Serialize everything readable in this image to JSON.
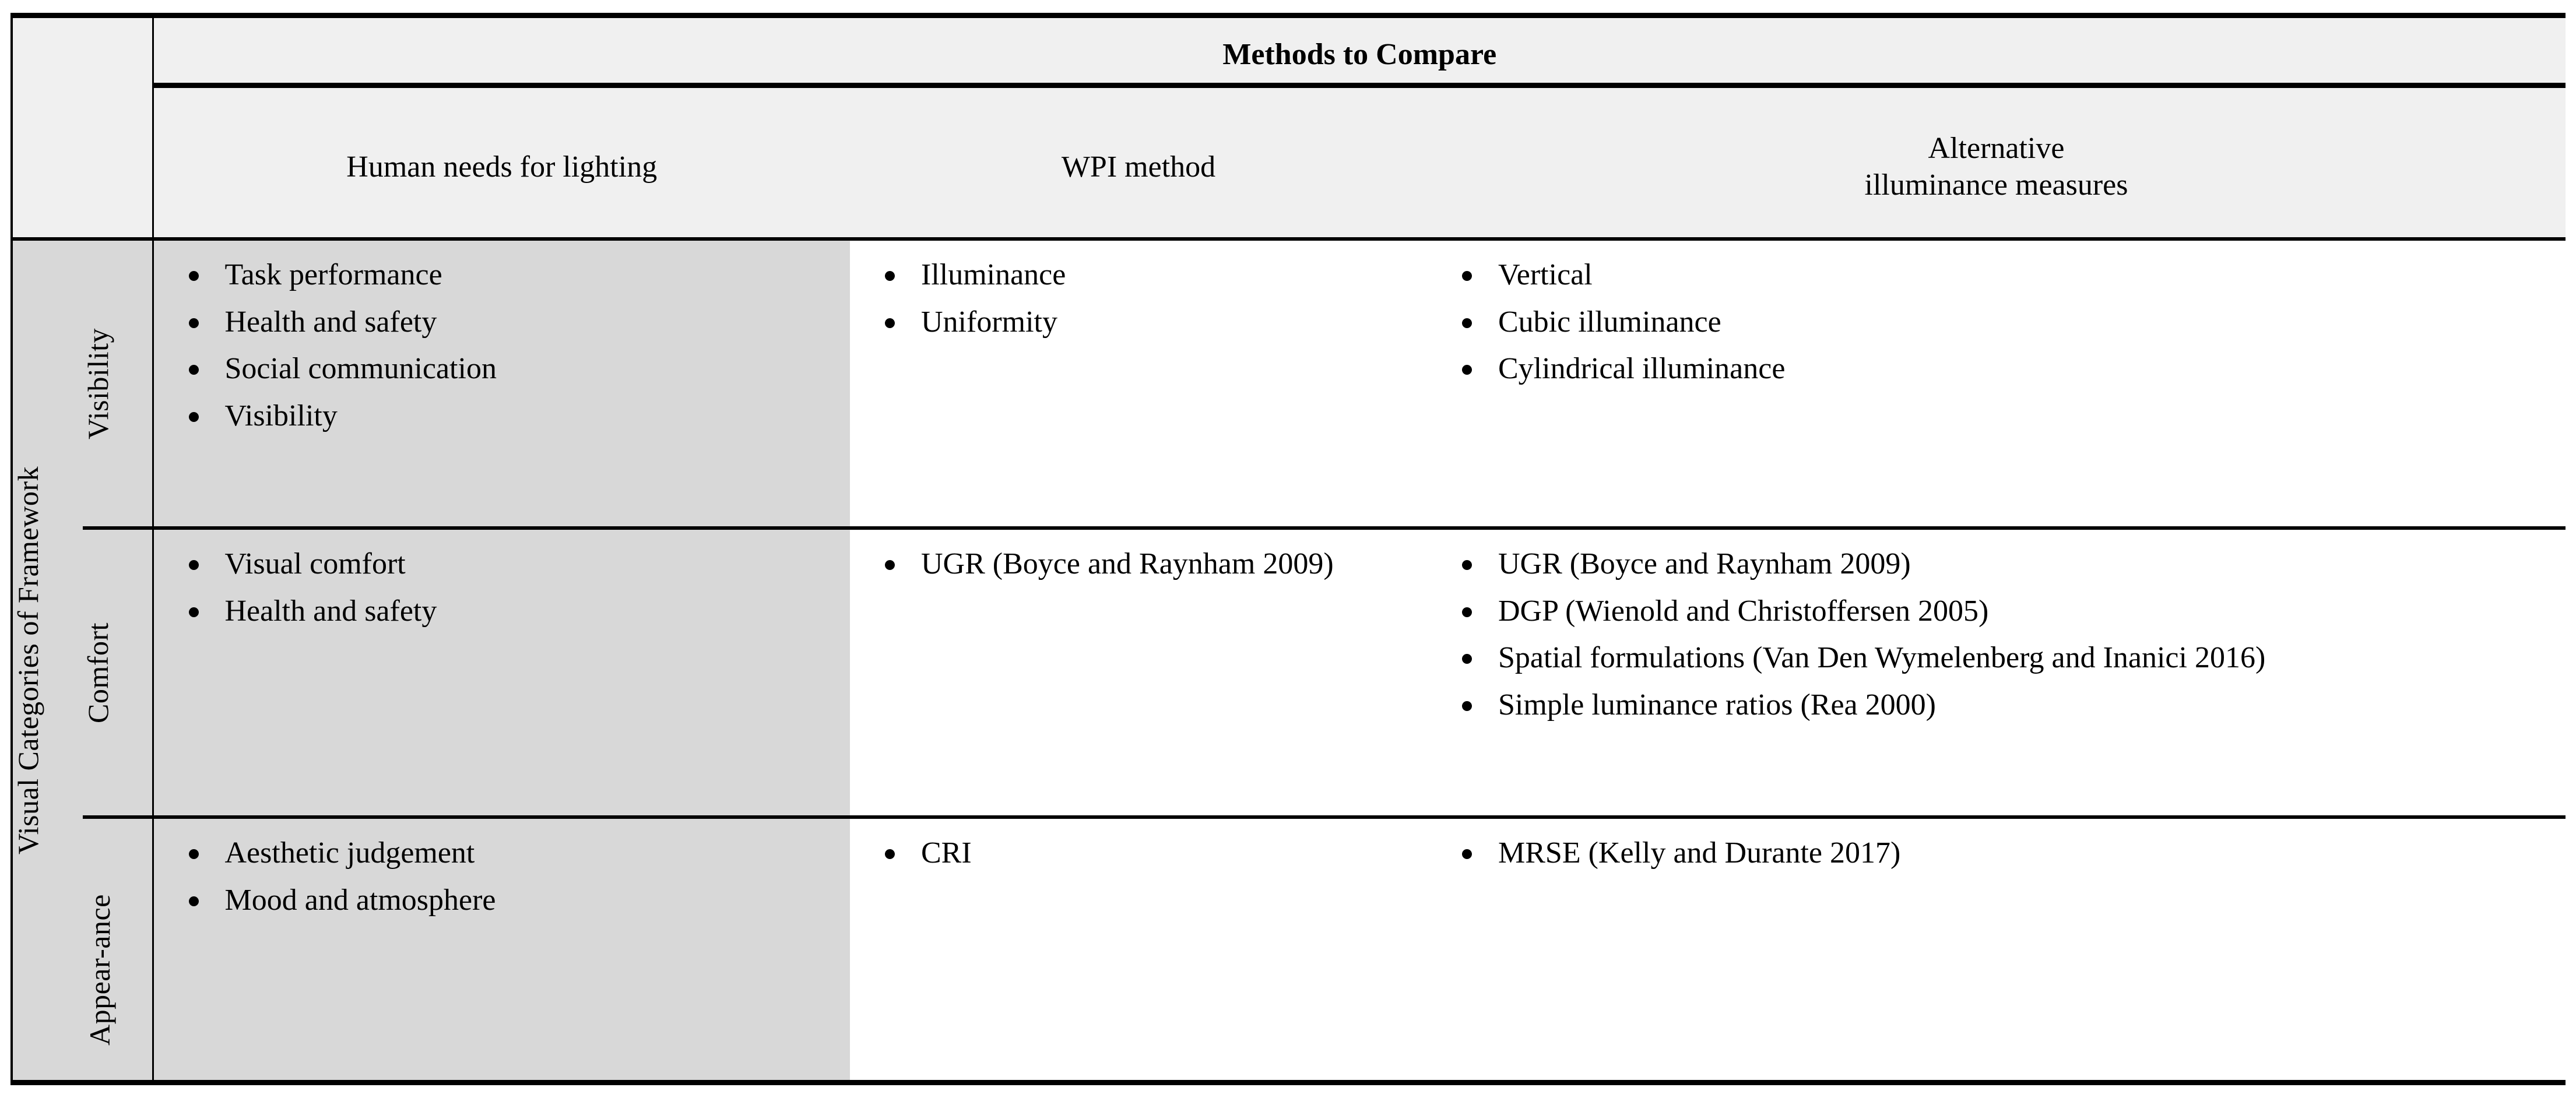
{
  "table": {
    "header": {
      "group_title": "Methods to Compare",
      "columns": [
        "Human needs for lighting",
        "WPI method",
        "Alternative illuminance measures"
      ],
      "alternative_line1": "Alternative",
      "alternative_line2": "illuminance measures"
    },
    "spine_label": "Visual Categories of Framework",
    "rows": [
      {
        "category": "Visibility",
        "human_needs": [
          "Task performance",
          "Health and safety",
          "Social communication",
          "Visibility"
        ],
        "wpi_method": [
          "Illuminance",
          "Uniformity"
        ],
        "alternative_measures": [
          "Vertical",
          "Cubic illuminance",
          "Cylindrical illuminance"
        ]
      },
      {
        "category": "Comfort",
        "human_needs": [
          "Visual comfort",
          "Health and safety"
        ],
        "wpi_method": [
          "UGR (Boyce and Raynham 2009)"
        ],
        "alternative_measures": [
          "UGR (Boyce and Raynham 2009)",
          "DGP (Wienold and Christoffersen 2005)",
          "Spatial formulations (Van Den Wymelenberg and Inanici 2016)",
          "Simple luminance ratios (Rea 2000)"
        ]
      },
      {
        "category": "Appear-ance",
        "human_needs": [
          "Aesthetic judgement",
          "Mood and atmosphere"
        ],
        "wpi_method": [
          "CRI"
        ],
        "alternative_measures": [
          "MRSE (Kelly and Durante 2017)"
        ]
      }
    ]
  },
  "colors": {
    "header_background": "#f0f0f0",
    "shaded_column_background": "#d8d8d8",
    "rule": "#000000",
    "page_background": "#ffffff"
  }
}
